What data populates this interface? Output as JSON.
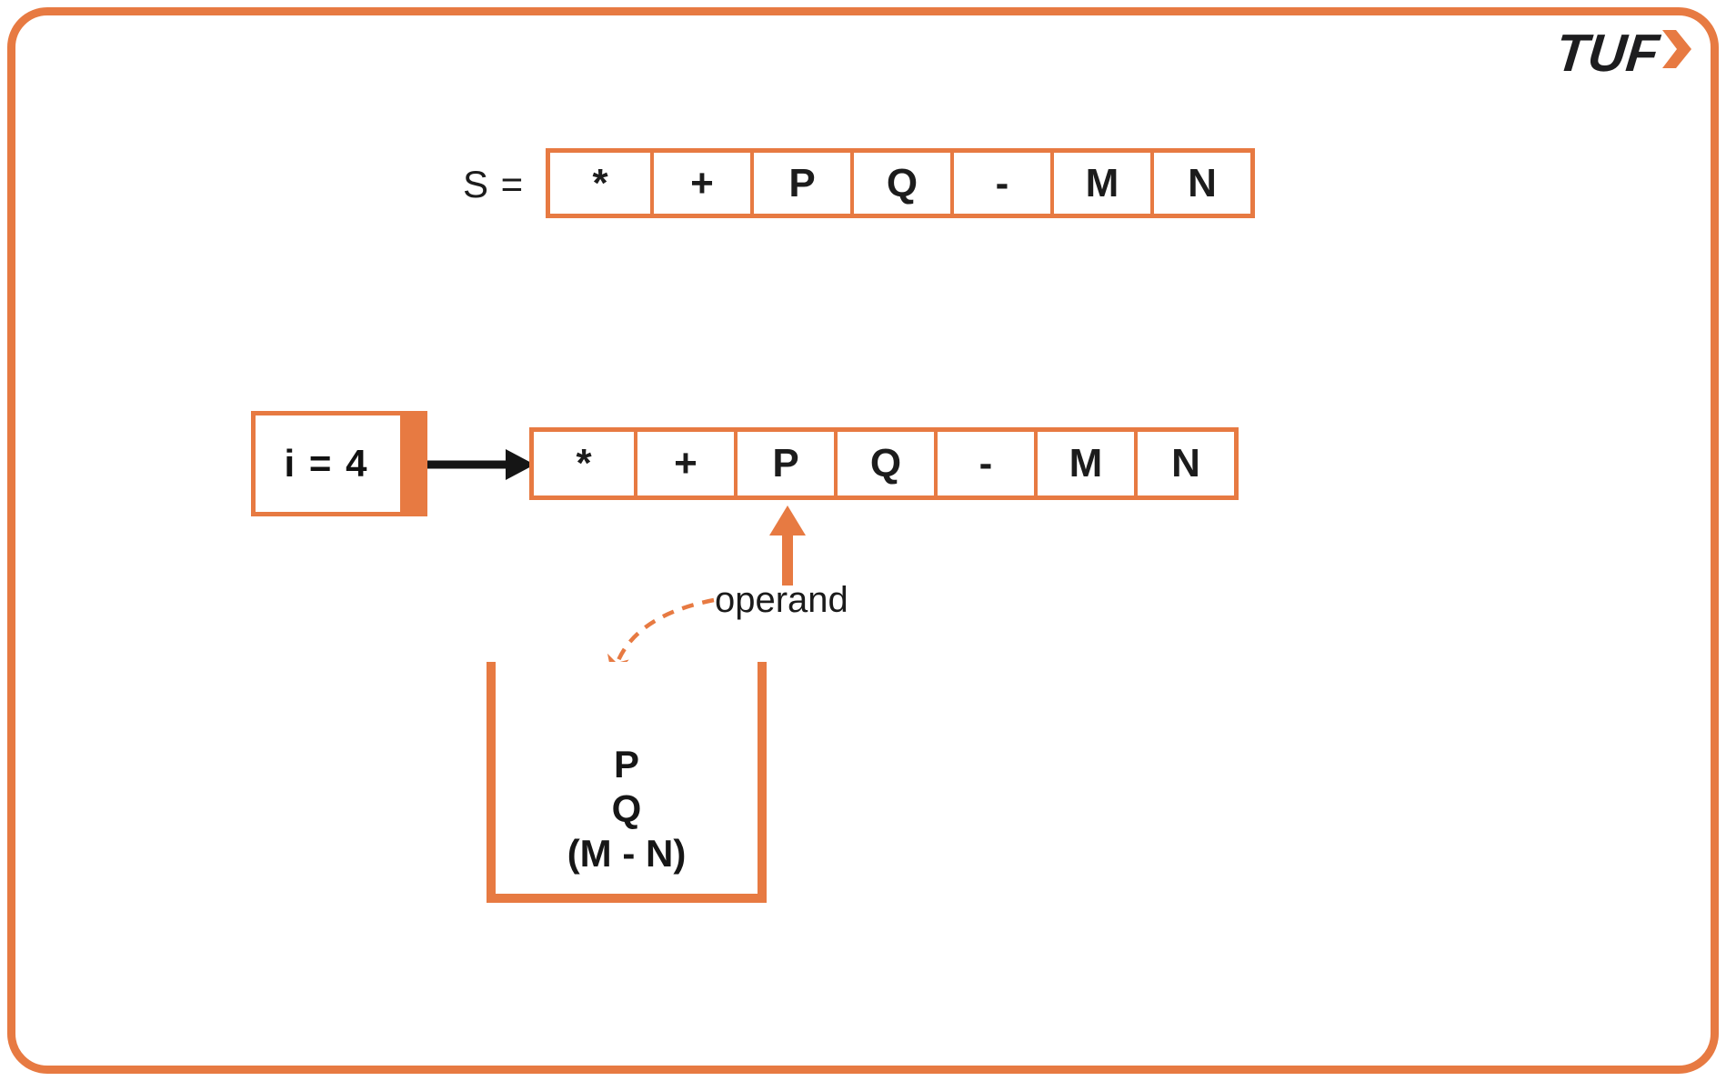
{
  "colors": {
    "accent": "#e77a42",
    "ink": "#1c1c1c",
    "logo_ink": "#1d1d1f",
    "background": "#ffffff"
  },
  "logo": {
    "text": "TUF",
    "chevron_icon": "right-chevron"
  },
  "expression_row": {
    "label": "S =",
    "cells": [
      "*",
      "+",
      "P",
      "Q",
      "-",
      "M",
      "N"
    ]
  },
  "trace_row": {
    "index_label": "i = 4",
    "cells": [
      "*",
      "+",
      "P",
      "Q",
      "-",
      "M",
      "N"
    ],
    "pointer_label": "operand"
  },
  "stack": {
    "items": [
      "P",
      "Q",
      "(M - N)"
    ]
  }
}
